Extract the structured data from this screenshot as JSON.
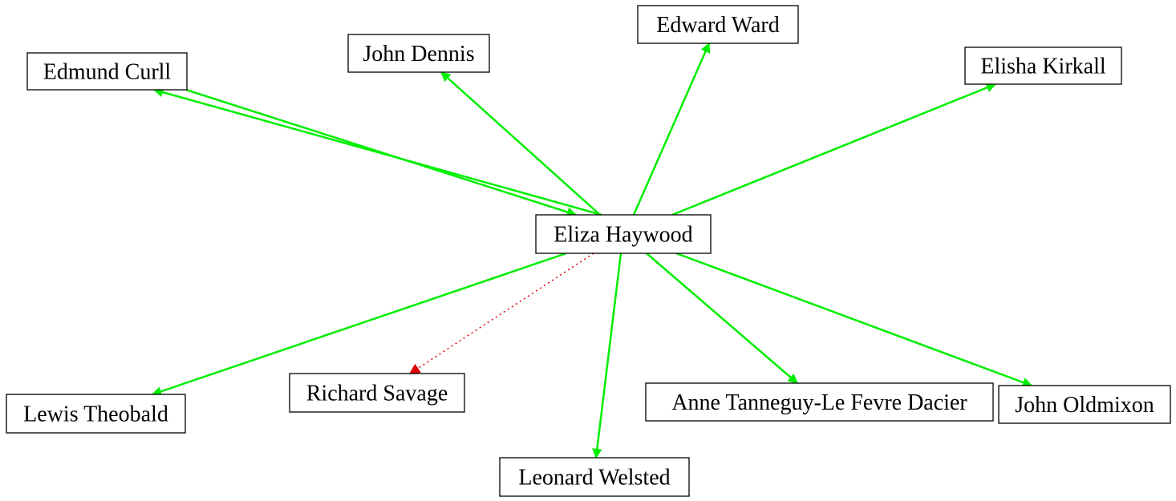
{
  "nodes": [
    {
      "id": "eliza",
      "label": "Eliza Haywood"
    },
    {
      "id": "edmund",
      "label": "Edmund Curll"
    },
    {
      "id": "jdennis",
      "label": "John Dennis"
    },
    {
      "id": "eward",
      "label": "Edward Ward"
    },
    {
      "id": "ekirkall",
      "label": "Elisha Kirkall"
    },
    {
      "id": "ltheobald",
      "label": "Lewis Theobald"
    },
    {
      "id": "rsavage",
      "label": "Richard Savage"
    },
    {
      "id": "lwelsted",
      "label": "Leonard Welsted"
    },
    {
      "id": "adacier",
      "label": "Anne Tanneguy-Le Fevre Dacier"
    },
    {
      "id": "joldmixon",
      "label": "John Oldmixon"
    }
  ],
  "edges": [
    {
      "from": "eliza",
      "to": "edmund",
      "style": "solid",
      "color": "#00ee00"
    },
    {
      "from": "edmund",
      "to": "eliza",
      "style": "solid",
      "color": "#00ee00"
    },
    {
      "from": "eliza",
      "to": "jdennis",
      "style": "solid",
      "color": "#00ee00"
    },
    {
      "from": "eliza",
      "to": "eward",
      "style": "solid",
      "color": "#00ee00"
    },
    {
      "from": "eliza",
      "to": "ekirkall",
      "style": "solid",
      "color": "#00ee00"
    },
    {
      "from": "eliza",
      "to": "ltheobald",
      "style": "solid",
      "color": "#00ee00"
    },
    {
      "from": "eliza",
      "to": "rsavage",
      "style": "dotted",
      "color": "#dd0000"
    },
    {
      "from": "eliza",
      "to": "lwelsted",
      "style": "solid",
      "color": "#00ee00"
    },
    {
      "from": "eliza",
      "to": "adacier",
      "style": "solid",
      "color": "#00ee00"
    },
    {
      "from": "eliza",
      "to": "joldmixon",
      "style": "solid",
      "color": "#00ee00"
    }
  ]
}
